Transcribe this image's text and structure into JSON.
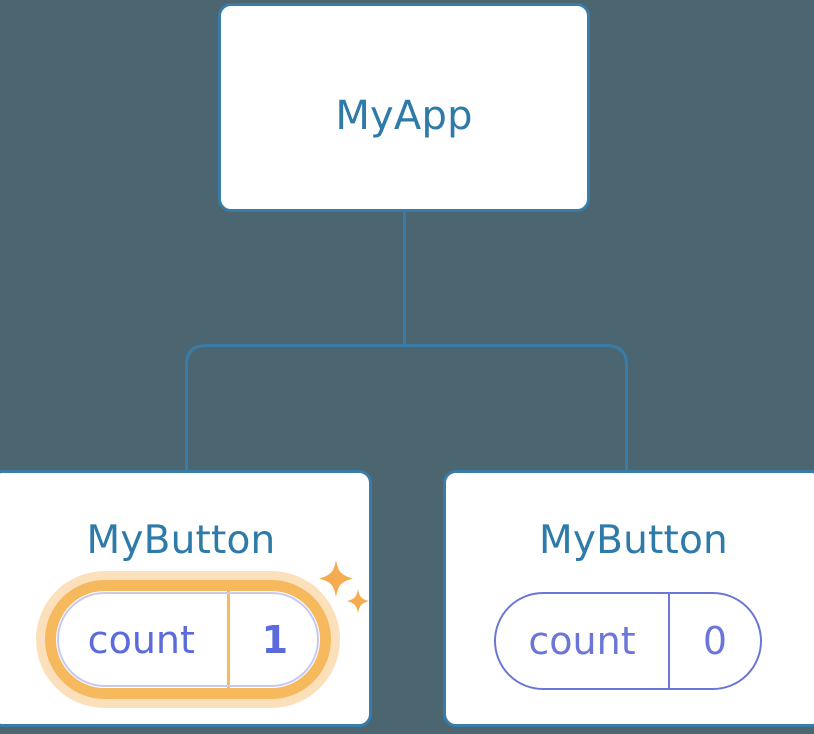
{
  "diagram": {
    "type": "component-tree",
    "background_color": "#4b6670",
    "connector_color": "#3a7ca8",
    "node_border_color": "#3a7ca8",
    "node_title_color": "#2e7aa8",
    "pill_plain_color": "#6b76d6",
    "pill_highlight_color": "#f7b95e",
    "pill_highlight_glow_color": "#fbe0bb",
    "pill_value_color": "#5b6bdc",
    "root": {
      "title": "MyApp"
    },
    "children": [
      {
        "title": "MyButton",
        "state": {
          "key": "count",
          "value": "1"
        },
        "highlighted": true,
        "sparkle_icon": "sparkles-icon"
      },
      {
        "title": "MyButton",
        "state": {
          "key": "count",
          "value": "0"
        },
        "highlighted": false
      }
    ]
  }
}
